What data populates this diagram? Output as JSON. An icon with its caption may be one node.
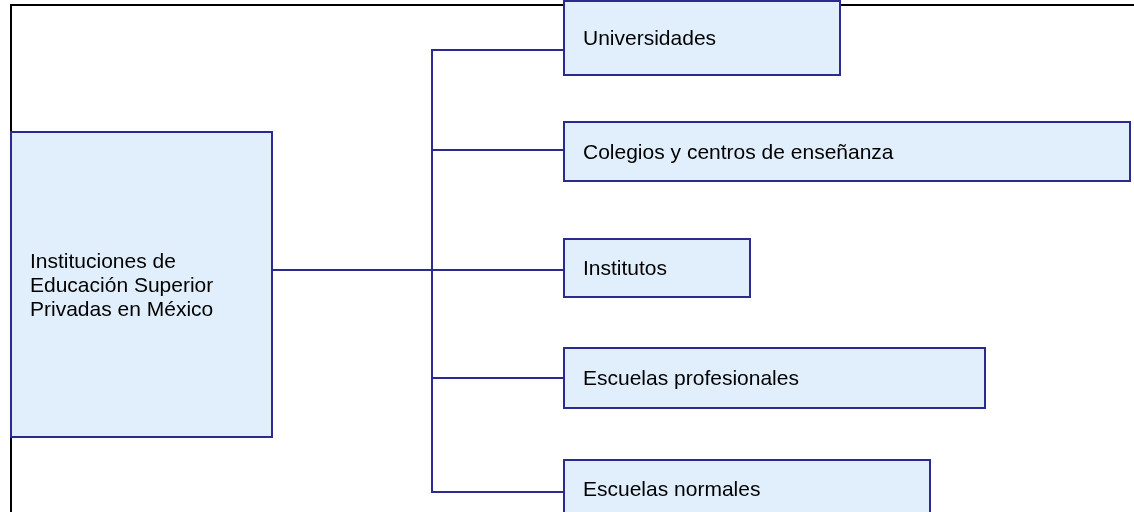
{
  "diagram": {
    "nodes": [
      {
        "text": [
          "Instituciones de Educación Superior Privadas en México"
        ]
      },
      {
        "text": [
          "Universidades"
        ]
      },
      {
        "text": [
          "Colegios y centros de enseñanza"
        ]
      },
      {
        "text": [
          "Institutos"
        ]
      },
      {
        "text": [
          "Escuelas profesionales"
        ]
      },
      {
        "text": [
          "Escuelas normales"
        ]
      }
    ],
    "edges": [
      {
        "from": 0,
        "to": 1,
        "arrow": "none"
      },
      {
        "from": 0,
        "to": 2,
        "arrow": "none"
      },
      {
        "from": 0,
        "to": 3,
        "arrow": "none"
      },
      {
        "from": 0,
        "to": 4,
        "arrow": "none"
      },
      {
        "from": 0,
        "to": 5,
        "arrow": "none"
      }
    ]
  }
}
